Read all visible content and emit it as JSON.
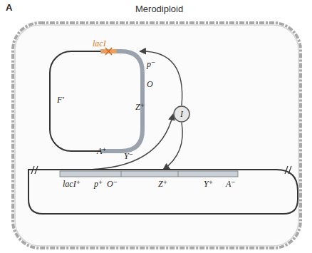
{
  "diagram": {
    "title": "Merodiploid",
    "nodes": [
      {
        "text": [
          "F'",
          "lacI",
          "p⁻",
          "O",
          "Z⁺",
          "Y⁻",
          "A⁺"
        ]
      },
      {
        "text": [
          "I"
        ]
      },
      {
        "text": [
          "lacI⁺",
          "p⁺",
          "O⁻",
          "Z⁺",
          "Y⁺",
          "A⁻"
        ]
      }
    ],
    "edges": [
      {
        "from": 1,
        "to": 0,
        "arrow": "to"
      },
      {
        "from": 2,
        "to": 1,
        "arrow": "to"
      },
      {
        "from": 1,
        "to": 2,
        "arrow": "to"
      }
    ],
    "labels": [
      "A"
    ]
  }
}
